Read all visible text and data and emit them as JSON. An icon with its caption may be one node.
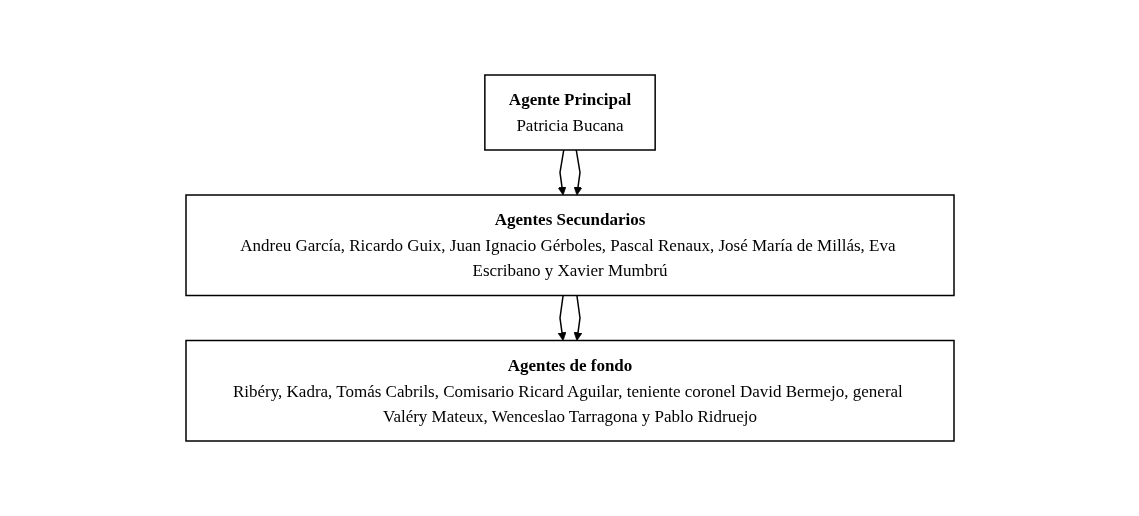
{
  "diagram": {
    "nodes": [
      {
        "text": [
          "Agente Principal",
          "Patricia Bucana"
        ]
      },
      {
        "text": [
          "Agentes Secundarios",
          "Andreu García, Ricardo Guix, Juan Ignacio Gérboles, Pascal Renaux, José María de Millás, Eva Escribano y Xavier Mumbrú"
        ]
      },
      {
        "text": [
          "Agentes de fondo",
          "Ribéry, Kadra, Tomás Cabrils, Comisario Ricard Aguilar, teniente coronel David Bermejo, general Valéry Mateux, Wenceslao Tarragona y Pablo Ridruejo"
        ]
      }
    ],
    "edges": [
      {
        "from": 0,
        "to": 1,
        "arrow": "to"
      },
      {
        "from": 0,
        "to": 1,
        "arrow": "to"
      },
      {
        "from": 1,
        "to": 2,
        "arrow": "to"
      },
      {
        "from": 1,
        "to": 2,
        "arrow": "to"
      }
    ]
  }
}
